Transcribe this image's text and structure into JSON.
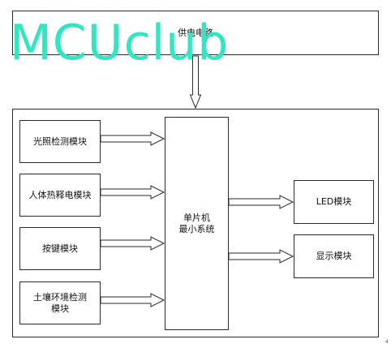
{
  "diagram": {
    "power_supply": "供电电路",
    "mcu": "单片机\n最小系统",
    "inputs": [
      "光照检测模块",
      "人体热释电模块",
      "按键模块",
      "土壤环境检测\n模块"
    ],
    "outputs": [
      "LED模块",
      "显示模块"
    ]
  },
  "watermark": "MCUclub",
  "page_mark": "4",
  "colors": {
    "watermark": "#33e6c2",
    "lines": "#2a2a2a"
  }
}
